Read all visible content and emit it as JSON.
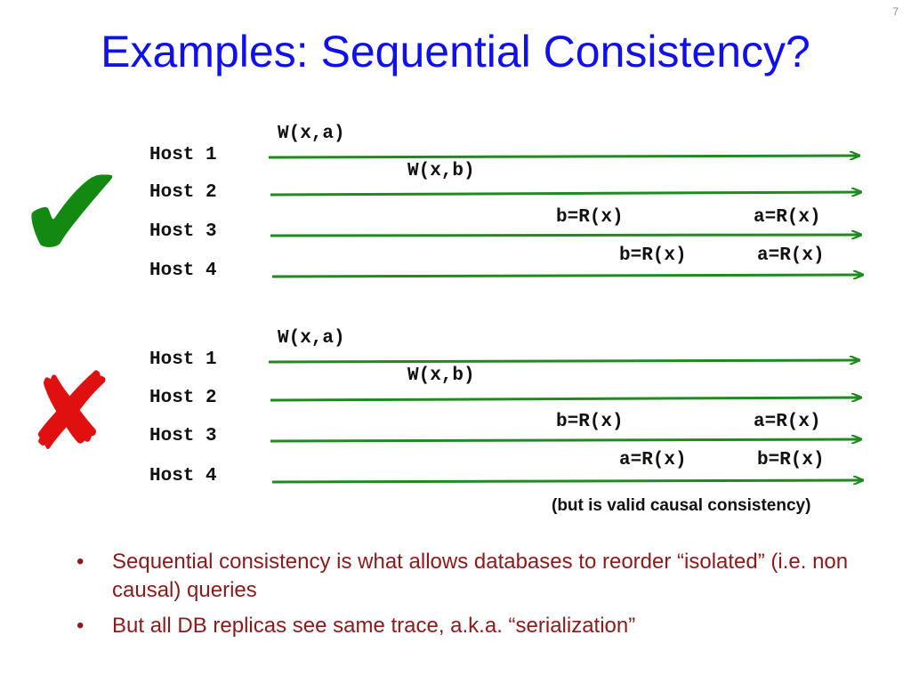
{
  "slide_number": "7",
  "title": "Examples:  Sequential Consistency?",
  "colors": {
    "title": "#1010ee",
    "arrow": "#1f8a1f",
    "check": "#128a12",
    "cross": "#e01010",
    "bullet_text": "#8b1a1a"
  },
  "valid_example": {
    "mark": "✔",
    "hosts": [
      "Host 1",
      "Host 2",
      "Host 3",
      "Host 4"
    ],
    "ops": {
      "host1": [
        "W(x,a)"
      ],
      "host2": [
        "W(x,b)"
      ],
      "host3": [
        "b=R(x)",
        "a=R(x)"
      ],
      "host4": [
        "b=R(x)",
        "a=R(x)"
      ]
    }
  },
  "invalid_example": {
    "mark": "✘",
    "hosts": [
      "Host 1",
      "Host 2",
      "Host 3",
      "Host 4"
    ],
    "ops": {
      "host1": [
        "W(x,a)"
      ],
      "host2": [
        "W(x,b)"
      ],
      "host3": [
        "b=R(x)",
        "a=R(x)"
      ],
      "host4": [
        "a=R(x)",
        "b=R(x)"
      ]
    },
    "note": "(but is valid causal consistency)"
  },
  "bullets": [
    "Sequential consistency is what allows databases to reorder “isolated” (i.e. non causal) queries",
    "But all DB replicas see same trace, a.k.a. “serialization”"
  ]
}
